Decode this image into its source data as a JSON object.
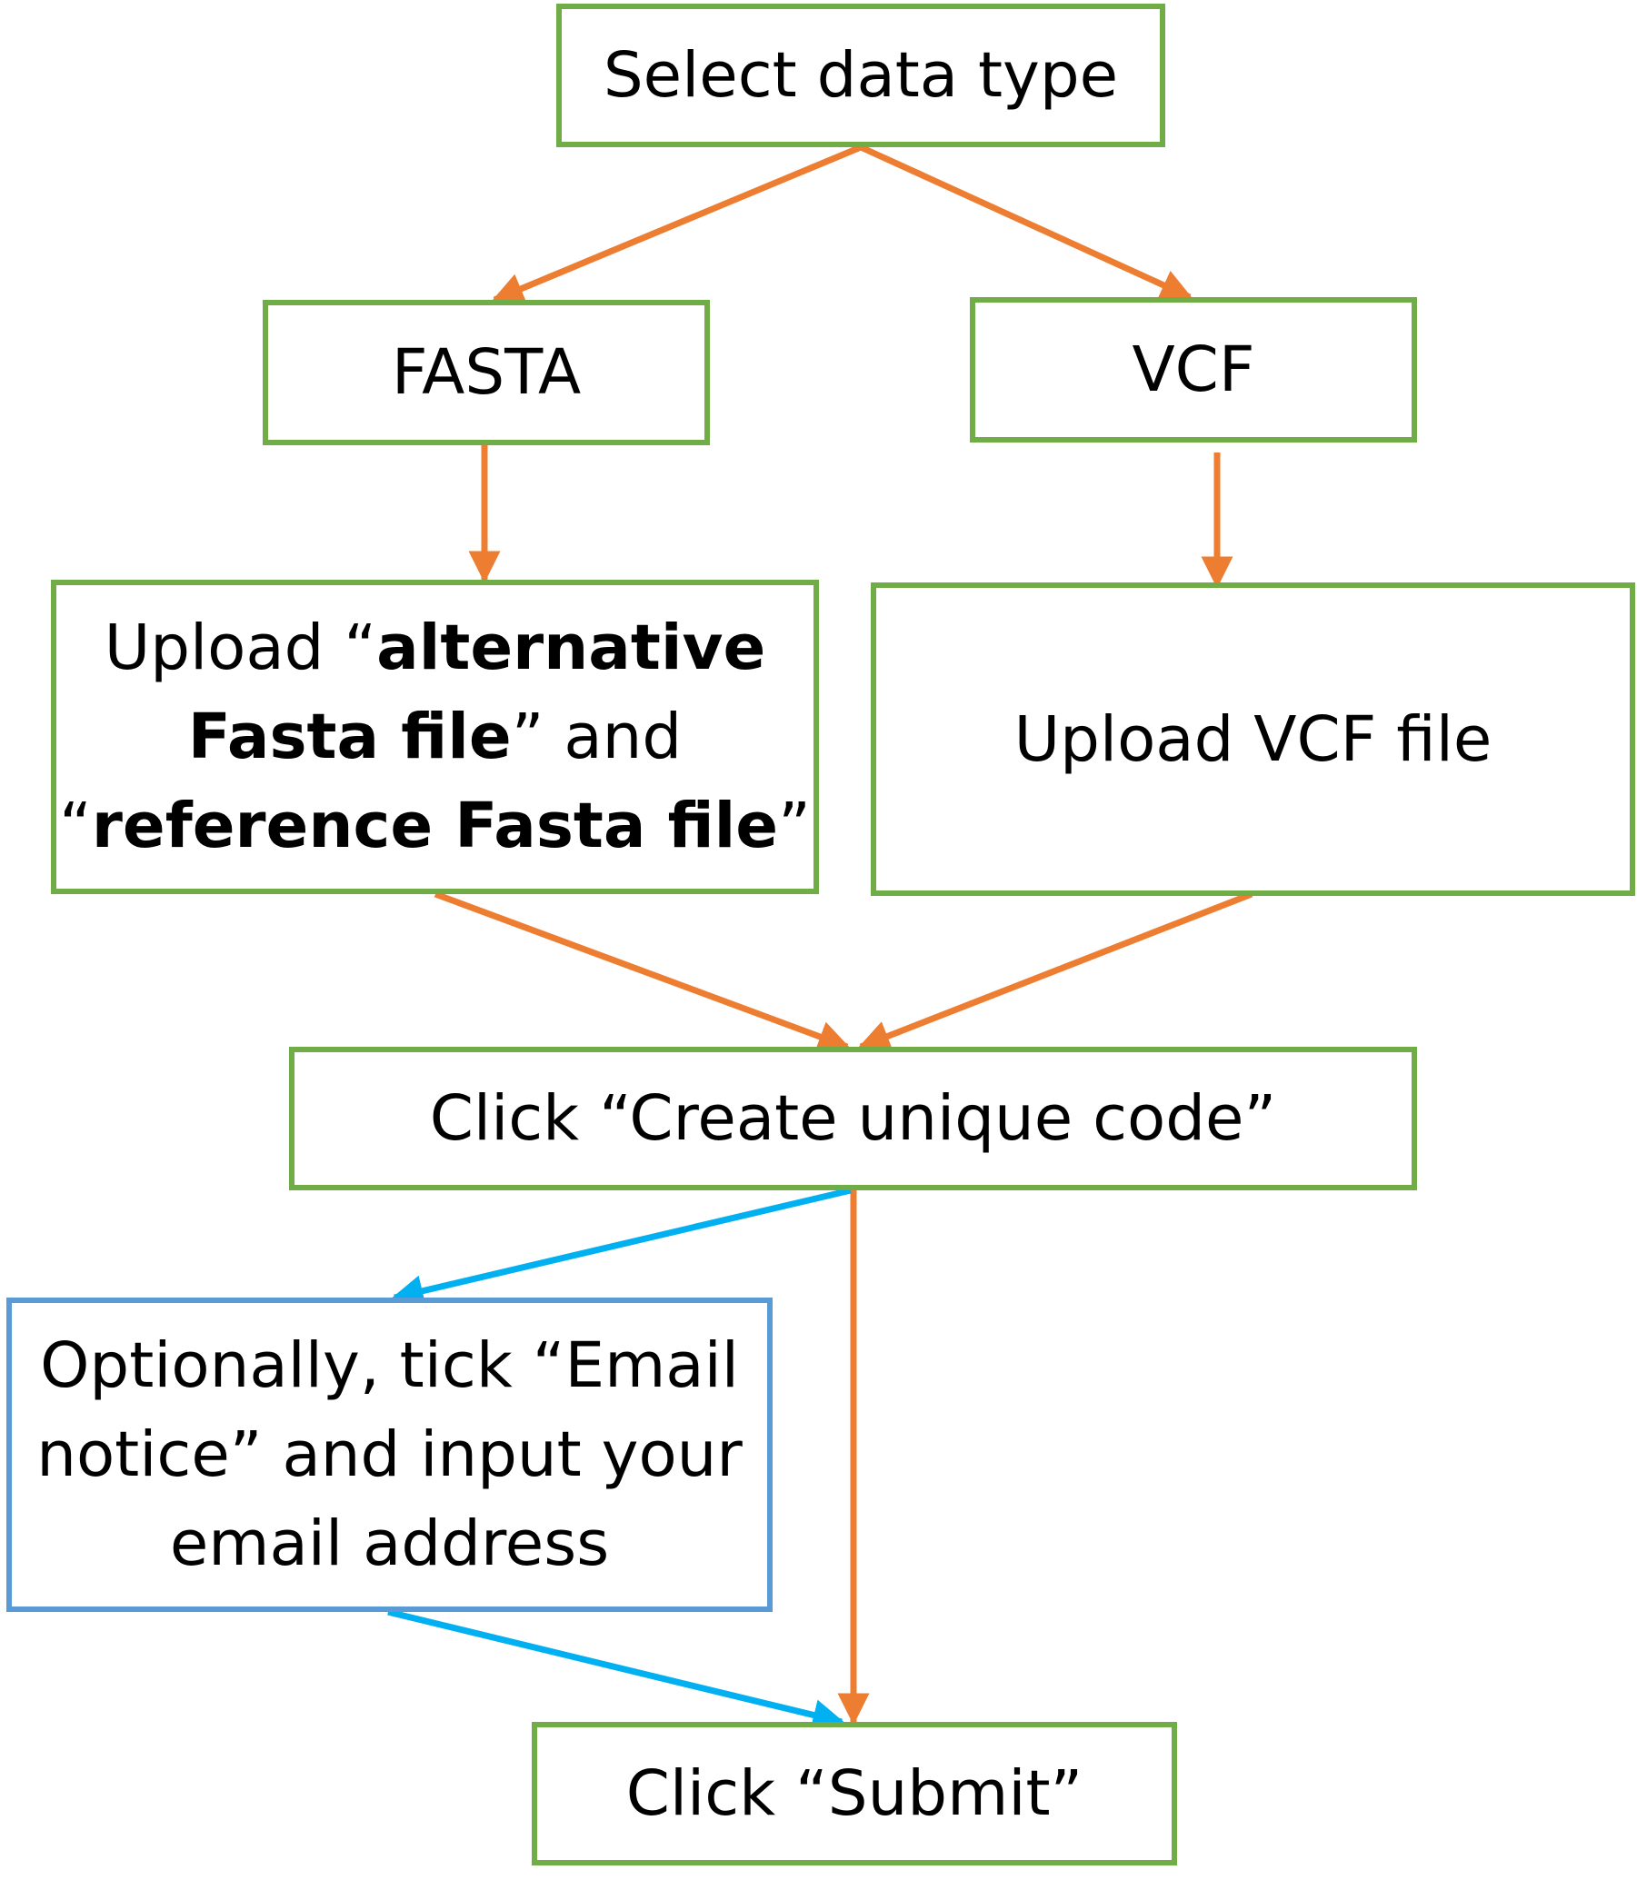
{
  "nodes": {
    "select_data_type": {
      "label": "Select data type"
    },
    "fasta": {
      "label": "FASTA"
    },
    "vcf": {
      "label": "VCF"
    },
    "upload_fasta": {
      "line1_pre": "Upload “",
      "line1_bold": "alternative",
      "line2_bold": "Fasta file",
      "line2_post": "” and",
      "line3_pre": "“",
      "line3_bold": "reference Fasta file",
      "line3_post": "”"
    },
    "upload_vcf": {
      "label": "Upload VCF file"
    },
    "create_code": {
      "label": "Click “Create unique code”"
    },
    "email_notice": {
      "line1": "Optionally, tick “Email",
      "line2": "notice” and input your",
      "line3": "email address"
    },
    "submit": {
      "label": "Click “Submit”"
    }
  },
  "colors": {
    "node_border": "#70ad47",
    "optional_border": "#5b9bd5",
    "main_arrow": "#ed7d31",
    "optional_arrow": "#00b0f0"
  }
}
